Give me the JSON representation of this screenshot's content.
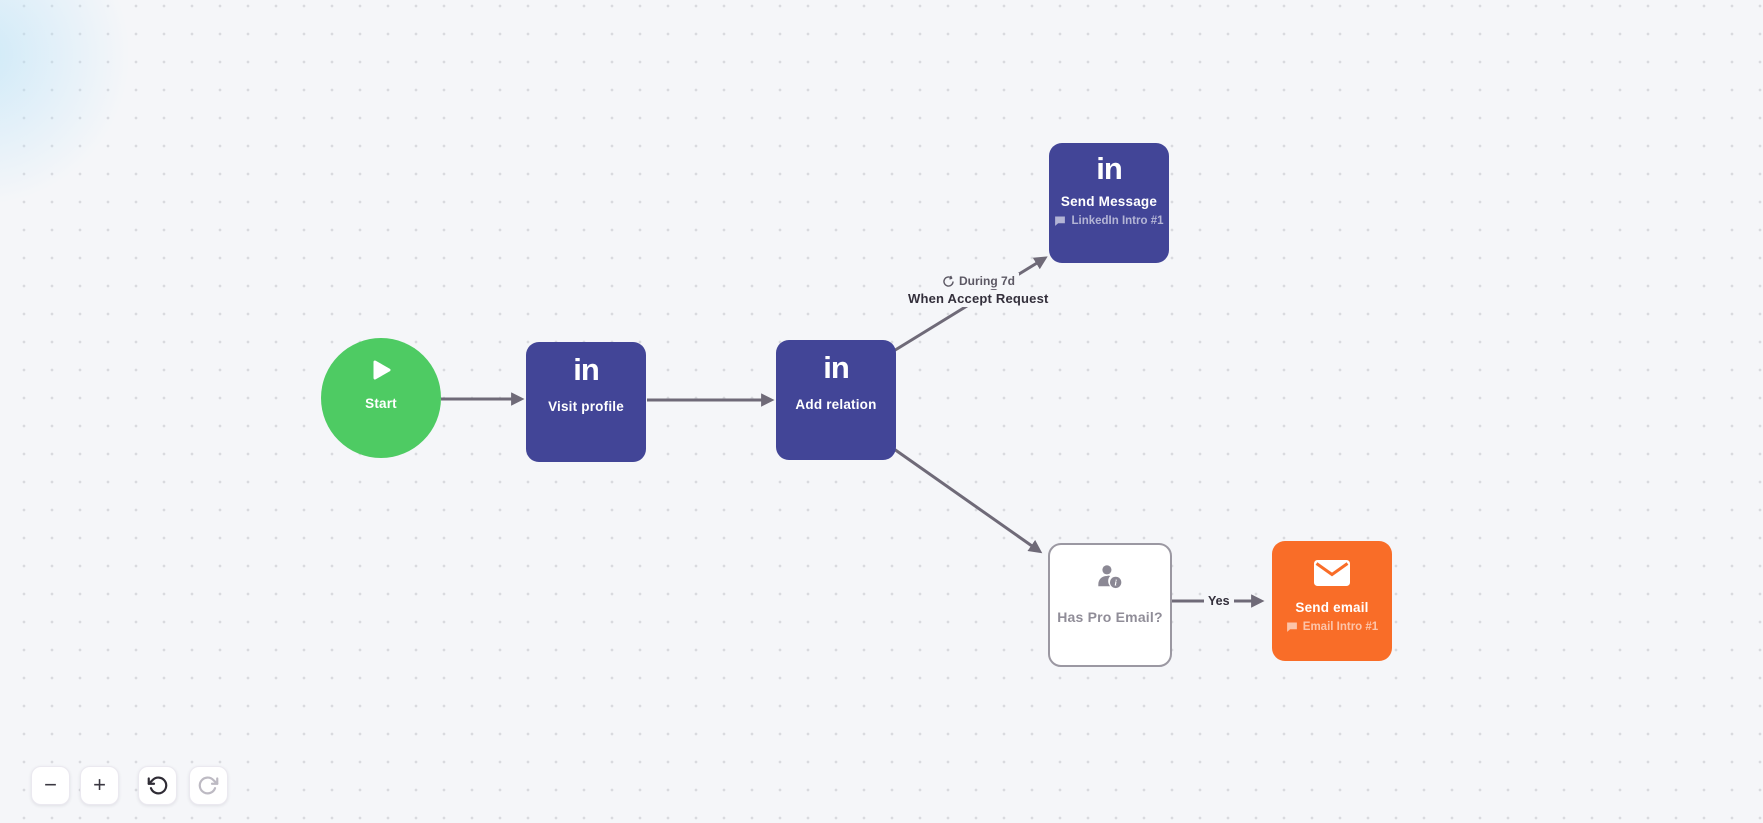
{
  "canvas": {
    "background_color": "#f5f6f9",
    "dot_color": "#d9dadf",
    "edge_color": "#6f6a78"
  },
  "icons": {
    "linkedin_text": "in"
  },
  "nodes": {
    "start": {
      "label": "Start",
      "color": "#4ecb63",
      "icon": "play-icon"
    },
    "visit_profile": {
      "label": "Visit profile",
      "color": "#424597",
      "icon": "linkedin-icon"
    },
    "add_relation": {
      "label": "Add relation",
      "color": "#424597",
      "icon": "linkedin-icon"
    },
    "send_message": {
      "label": "Send Message",
      "subtitle": "LinkedIn Intro #1",
      "color": "#424597",
      "icon": "linkedin-icon"
    },
    "has_pro_email": {
      "label": "Has Pro Email?",
      "color": "#ffffff",
      "icon": "person-info-icon"
    },
    "send_email": {
      "label": "Send email",
      "subtitle": "Email Intro #1",
      "color": "#f96d28",
      "icon": "envelope-icon"
    }
  },
  "edges": {
    "accept_request": {
      "duration": "During 7d",
      "condition": "When Accept Request"
    },
    "has_pro_yes": {
      "label": "Yes"
    }
  },
  "toolbar": {
    "zoom_out_label": "−",
    "zoom_in_label": "+"
  }
}
